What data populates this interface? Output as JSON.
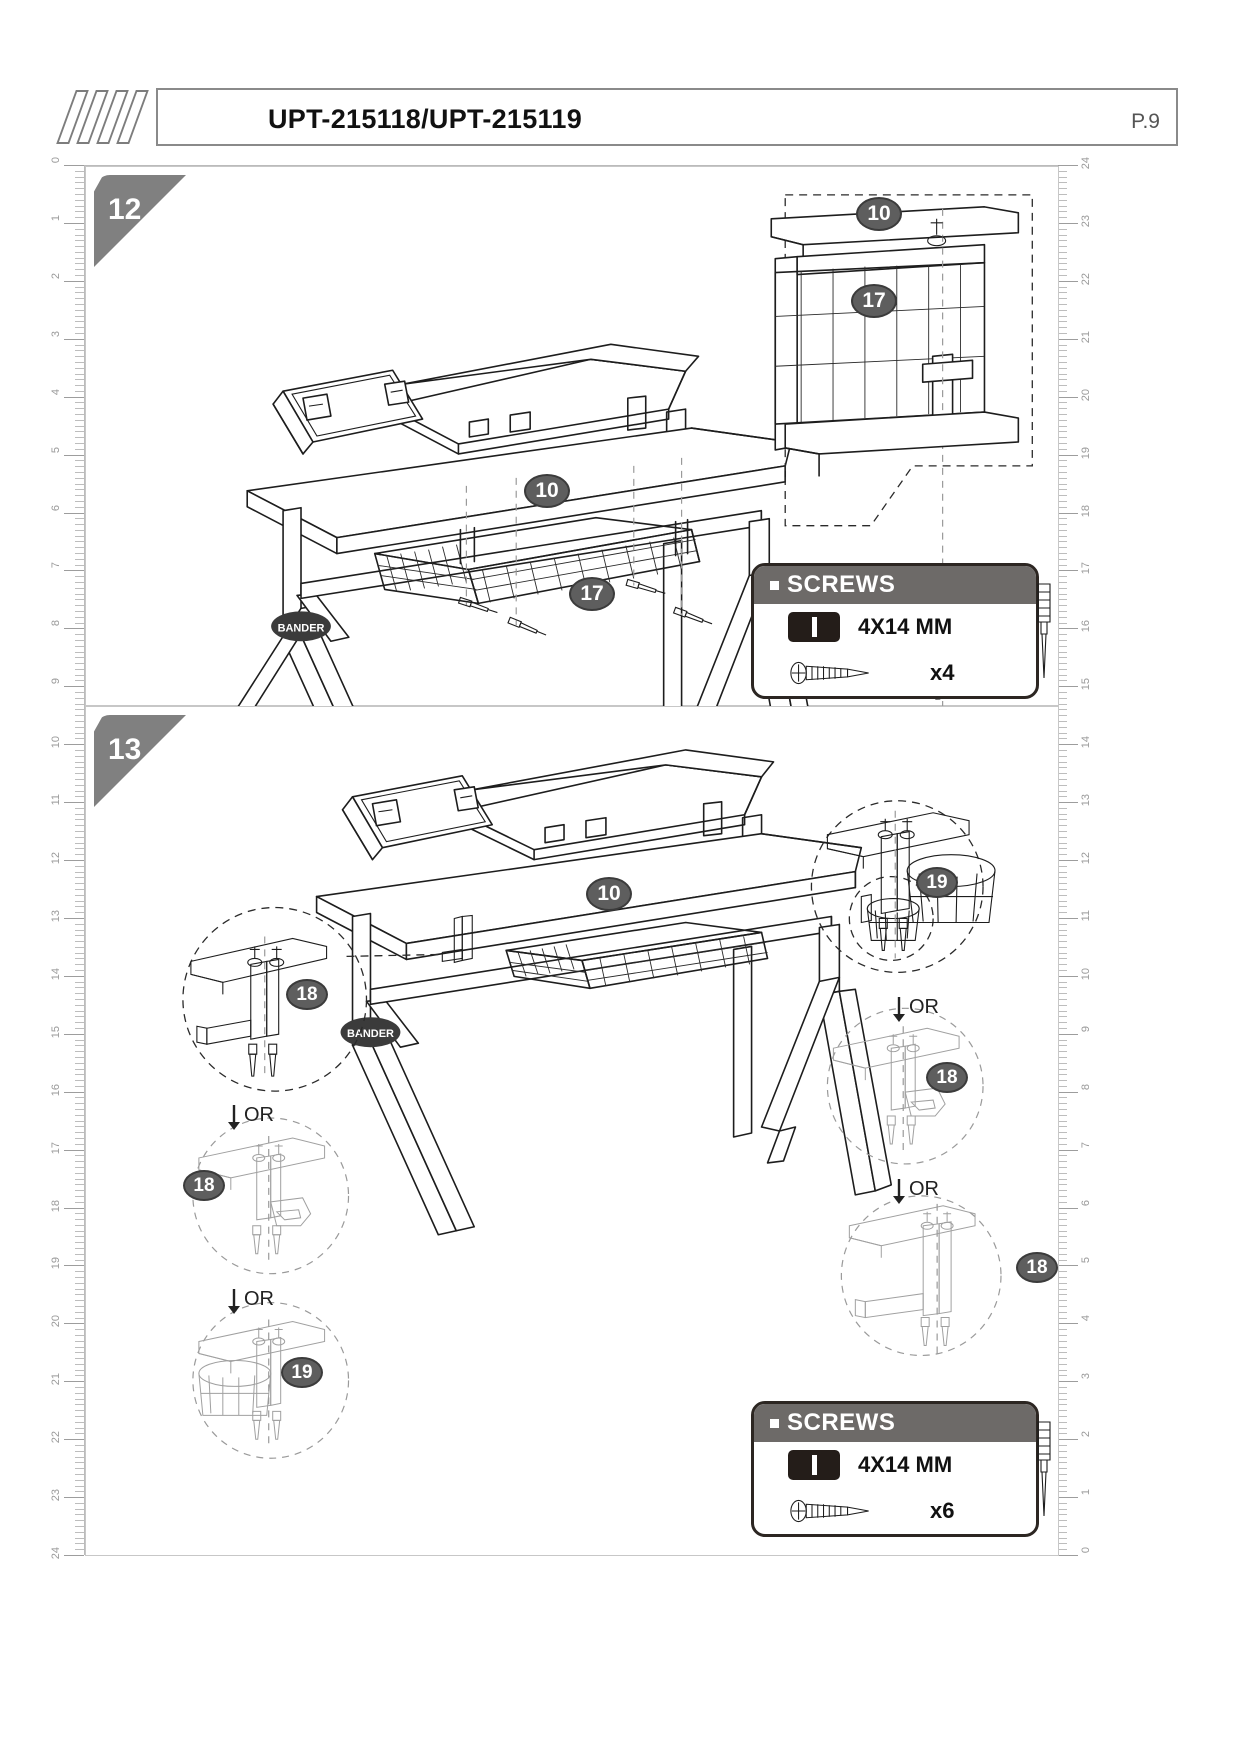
{
  "header": {
    "title": "UPT-215118/UPT-215119",
    "page_label": "P.9",
    "slash_icon": "slash-stripes-icon"
  },
  "rulers": {
    "left_ticks": [
      "0",
      "1",
      "2",
      "3",
      "4",
      "5",
      "6",
      "7",
      "8",
      "9",
      "10",
      "11",
      "12",
      "13",
      "14",
      "15",
      "16",
      "17",
      "18",
      "19",
      "20",
      "21",
      "22",
      "23",
      "24"
    ],
    "right_ticks": [
      "24",
      "23",
      "22",
      "21",
      "20",
      "19",
      "18",
      "17",
      "16",
      "15",
      "14",
      "13",
      "12",
      "11",
      "10",
      "9",
      "8",
      "7",
      "6",
      "5",
      "4",
      "3",
      "2",
      "1",
      "0"
    ]
  },
  "steps": [
    {
      "number": "12",
      "callouts": [
        {
          "id": "10",
          "where": "desktop-top"
        },
        {
          "id": "17",
          "where": "wire-basket"
        },
        {
          "id": "10",
          "where": "detail-top"
        },
        {
          "id": "17",
          "where": "detail-basket"
        }
      ],
      "screws": {
        "title": "SCREWS",
        "size": "4X14 MM",
        "qty": "x4",
        "chip_icon": "screw-size-chip-icon",
        "screw_icon": "screw-side-icon",
        "driver_icon": "screwdriver-icon",
        "bullet_icon": "square-bullet-icon"
      }
    },
    {
      "number": "13",
      "callouts": [
        {
          "id": "10",
          "where": "desktop-top"
        },
        {
          "id": "18",
          "where": "headphone-hook-left"
        },
        {
          "id": "18",
          "where": "hook-alt-left-1"
        },
        {
          "id": "19",
          "where": "cup-holder-left-2"
        },
        {
          "id": "19",
          "where": "cup-holder-right"
        },
        {
          "id": "18",
          "where": "hook-alt-right-1"
        },
        {
          "id": "18",
          "where": "hook-alt-right-2"
        }
      ],
      "or_labels": [
        "OR",
        "OR",
        "OR",
        "OR"
      ],
      "screws": {
        "title": "SCREWS",
        "size": "4X14 MM",
        "qty": "x6",
        "chip_icon": "screw-size-chip-icon",
        "screw_icon": "screw-side-icon",
        "driver_icon": "screwdriver-icon",
        "bullet_icon": "square-bullet-icon"
      }
    }
  ],
  "brand": {
    "badge_text": "BANDER"
  },
  "colors": {
    "badge_gray": "#808080",
    "bubble_gray": "#5e5e5e",
    "screwbox_header": "#6d6a68",
    "outline": "#1d1d1d",
    "ruler": "#9a9a9a"
  }
}
